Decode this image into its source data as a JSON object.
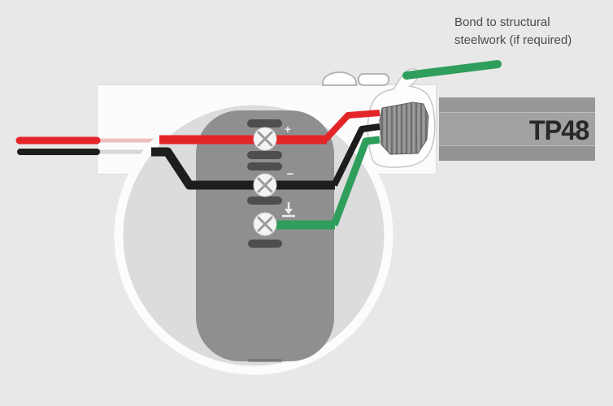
{
  "figure": {
    "annotation": {
      "line1": "Bond to structural",
      "line2": "steelwork (if required)"
    },
    "device_label": "TP48",
    "terminals": [
      {
        "name": "positive",
        "symbol": "+",
        "wire": "red"
      },
      {
        "name": "negative",
        "symbol": "−",
        "wire": "black"
      },
      {
        "name": "earth",
        "symbol": "⏚",
        "wire": "green"
      }
    ]
  },
  "colors": {
    "background": "#e9e8e8",
    "panel": "#fbfbfb",
    "red": "#e42528",
    "black": "#1d1d1b",
    "green": "#2f9e5c",
    "ghost_red": "#eebdbd",
    "ghost_black": "#d6d6d6",
    "circle_fill": "#dcdcdc",
    "circle_ring": "#fcfcfc",
    "block": "#8f8f8f",
    "slot": "#4e4e4e",
    "bar": "#9c9c9c",
    "bar_text": "#282828",
    "symbol": "#ededed"
  }
}
